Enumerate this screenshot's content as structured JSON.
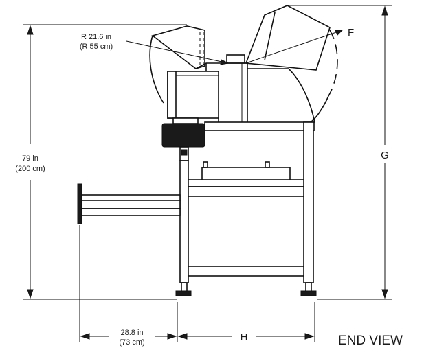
{
  "labels": {
    "radius_in": "R 21.6 in",
    "radius_cm": "(R 55 cm)",
    "height_in": "79 in",
    "height_cm": "(200 cm)",
    "depth_in": "28.8 in",
    "depth_cm": "(73 cm)",
    "callout_f": "F",
    "callout_g": "G",
    "callout_h": "H",
    "view_title": "END VIEW"
  },
  "colors": {
    "line": "#111111",
    "fill_dark": "#1a1a1a",
    "background": "#ffffff"
  }
}
